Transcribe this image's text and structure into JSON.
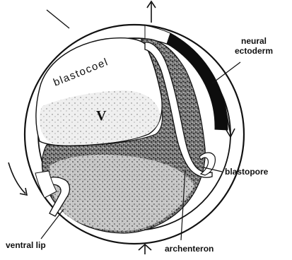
{
  "labels": {
    "blastocoel": "blastocoel",
    "v_marker": "V",
    "neural_ectoderm_line1": "neural",
    "neural_ectoderm_line2": "ectoderm",
    "blastopore": "blastopore",
    "ventral_lip": "ventral lip",
    "archenteron": "archenteron"
  },
  "colors": {
    "ink": "#111111",
    "paper": "#ffffff",
    "stipple": "#2a2a2a",
    "neural_band": "#0d0d0d"
  }
}
